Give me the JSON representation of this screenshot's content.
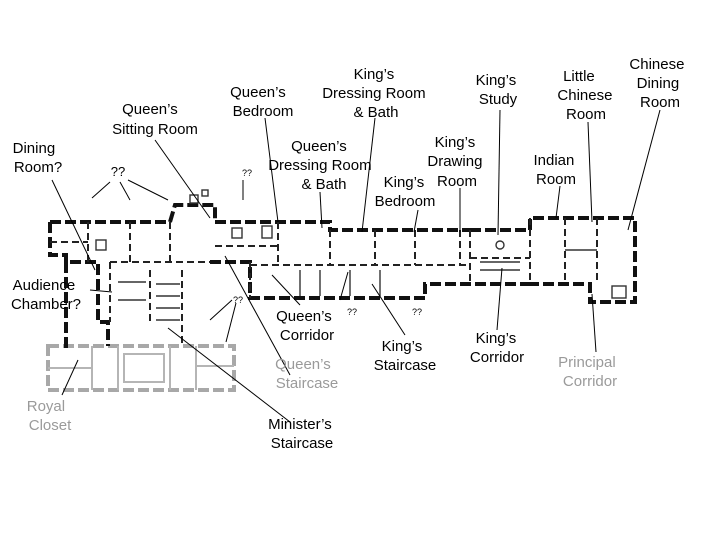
{
  "labels": {
    "dining_room": [
      "Dining",
      "Room?"
    ],
    "queens_sitting_room": [
      "Queen’s",
      "Sitting Room"
    ],
    "queens_bedroom": [
      "Queen’s",
      "Bedroom"
    ],
    "kings_dressing_room": [
      "King’s",
      "Dressing Room",
      "& Bath"
    ],
    "queens_dressing_room": [
      "Queen’s",
      "Dressing Room",
      "& Bath"
    ],
    "kings_study": [
      "King’s",
      "Study"
    ],
    "little_chinese_room": [
      "Little",
      "Chinese",
      "Room"
    ],
    "chinese_dining_room": [
      "Chinese",
      "Dining",
      "Room"
    ],
    "kings_drawing_room": [
      "King’s",
      "Drawing",
      "Room"
    ],
    "kings_bedroom": [
      "King’s",
      "Bedroom"
    ],
    "indian_room": [
      "Indian",
      "Room"
    ],
    "audience_chamber": [
      "Audience",
      "Chamber?"
    ],
    "queens_corridor": [
      "Queen’s",
      "Corridor"
    ],
    "kings_staircase": [
      "King’s",
      "Staircase"
    ],
    "kings_corridor": [
      "King’s",
      "Corridor"
    ],
    "principal_corridor": [
      "Principal",
      "Corridor"
    ],
    "queens_staircase": [
      "Queen’s",
      "Staircase"
    ],
    "royal_closet": [
      "Royal",
      "Closet"
    ],
    "ministers_staircase": [
      "Minister’s",
      "Staircase"
    ]
  },
  "unknowns": {
    "top_left": "??",
    "small_1": "??",
    "small_2": "??",
    "small_3": "??",
    "small_4": "??"
  }
}
